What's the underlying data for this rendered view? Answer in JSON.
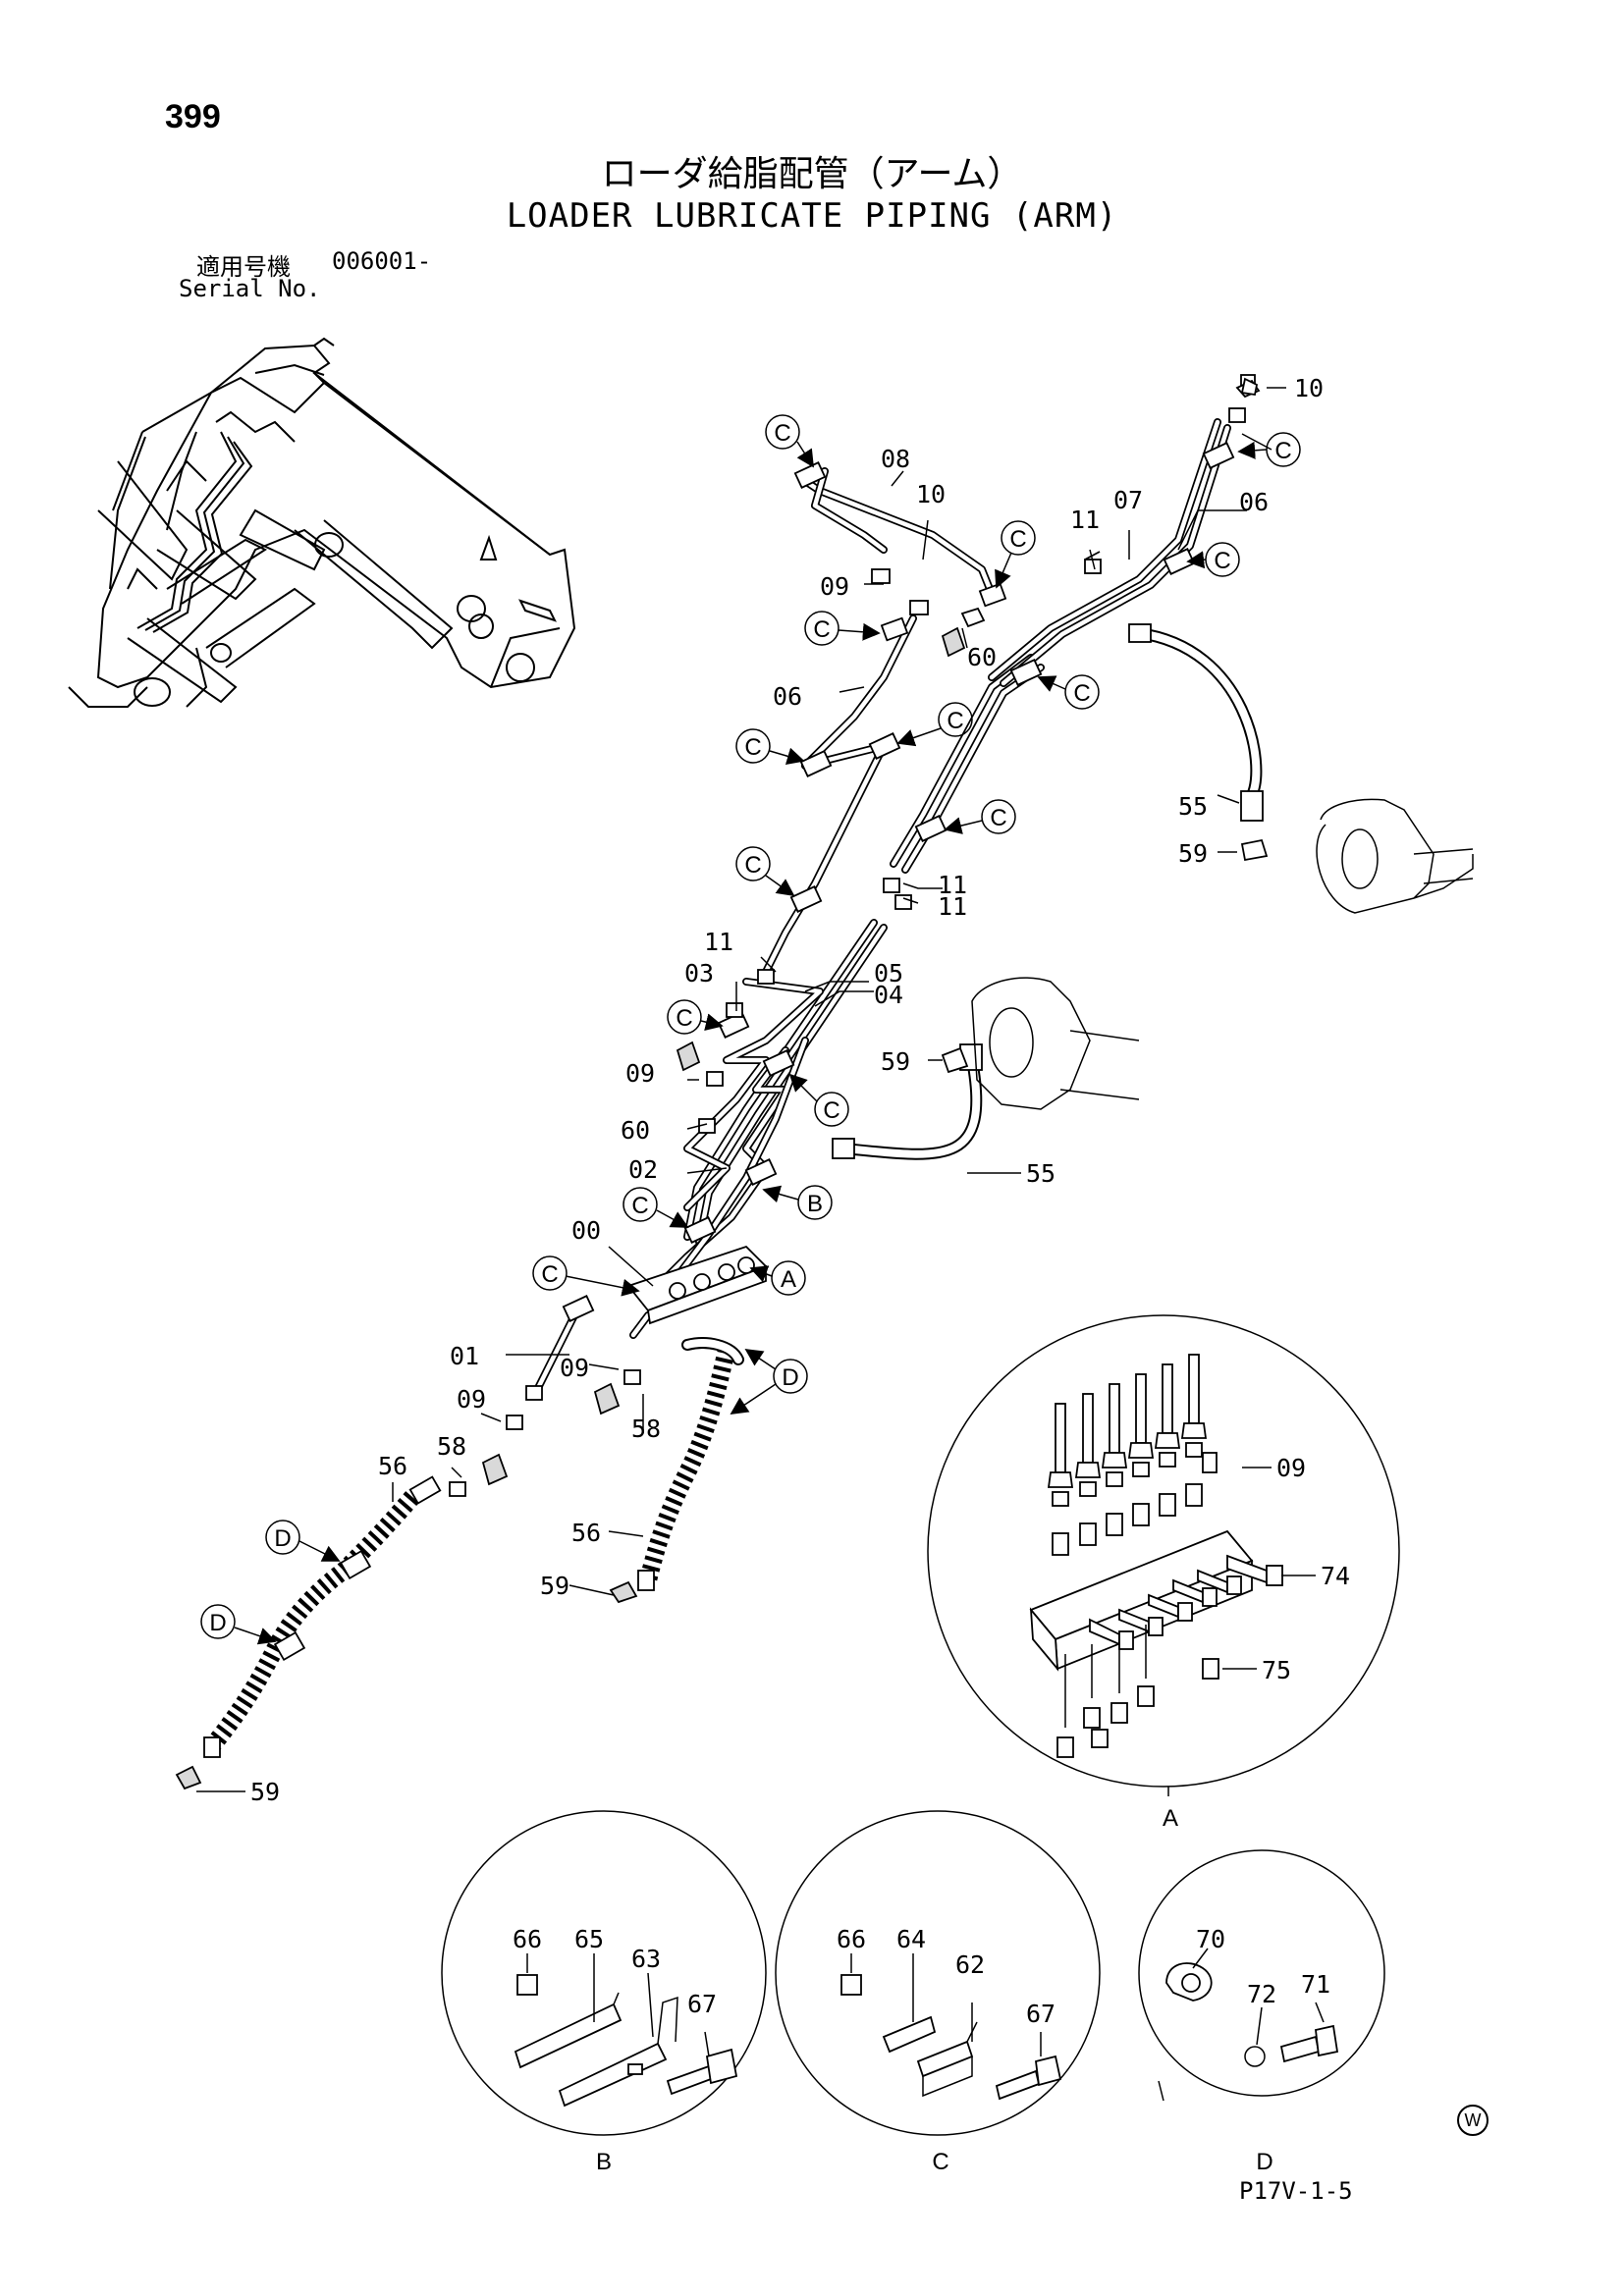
{
  "page_number": "399",
  "title_jp": "ローダ給脂配管（アーム）",
  "title_en": "LOADER LUBRICATE PIPING (ARM)",
  "serial": {
    "label_jp": "適用号機",
    "value": "006001-",
    "label_en": "Serial No."
  },
  "doc_code": "P17V-1-5",
  "corner_mark": "W",
  "callouts": {
    "C": "C",
    "B": "B",
    "A": "A",
    "D": "D"
  },
  "detail_labels": {
    "A": "A",
    "B": "B",
    "C": "C",
    "D": "D"
  },
  "parts": {
    "p00": "00",
    "p01": "01",
    "p02": "02",
    "p03": "03",
    "p04": "04",
    "p05": "05",
    "p06": "06",
    "p07": "07",
    "p08": "08",
    "p09": "09",
    "p10": "10",
    "p11": "11",
    "p55": "55",
    "p56": "56",
    "p58": "58",
    "p59": "59",
    "p60": "60",
    "p62": "62",
    "p63": "63",
    "p64": "64",
    "p65": "65",
    "p66": "66",
    "p67": "67",
    "p70": "70",
    "p71": "71",
    "p72": "72",
    "p74": "74",
    "p75": "75"
  }
}
